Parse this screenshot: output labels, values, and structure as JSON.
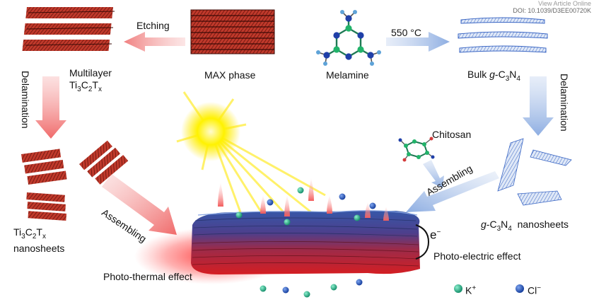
{
  "header": {
    "line1": "View Article Online",
    "line2": "DOI: 10.1039/D3EE00720K"
  },
  "labels": {
    "etching": "Etching",
    "max_phase": "MAX phase",
    "multilayer_line1": "Multilayer",
    "ti_a": "Ti",
    "ti_sub3": "3",
    "c": "C",
    "c_sub2": "2",
    "t": "T",
    "t_subx": "x",
    "delamination_left": "Delamination",
    "melamine": "Melamine",
    "temp": "550 °C",
    "bulk_prefix": "Bulk ",
    "g_italic": "g",
    "c3n4_c": "-C",
    "c3n4_sub3": "3",
    "c3n4_n": "N",
    "c3n4_sub4": "4",
    "delamination_right": "Delamination",
    "chitosan": "Chitosan",
    "assembling_right": "Assembling",
    "nanosheets_right": "nanosheets",
    "ti_nanosheets": "nanosheets",
    "assembling_left": "Assembling",
    "electron": "e",
    "electron_sup": "−",
    "photo_electric": "Photo-electric effect",
    "photo_thermal": "Photo-thermal effect",
    "potassium": "K",
    "potassium_sup": "+",
    "chloride": "Cl",
    "chloride_sup": "−"
  },
  "colors": {
    "mxene": "#8b1a10",
    "mxene_edge": "#4a0d08",
    "g_c3n4": "#3a66c4",
    "arrow_red": "#f19999",
    "arrow_blue": "#9bb7e4",
    "potassium_ion": "#2bb48c",
    "chloride_ion": "#2455b8",
    "membrane_top": "#3a5fb0",
    "membrane_bottom": "#c8202a",
    "sun": "#ffe500"
  }
}
